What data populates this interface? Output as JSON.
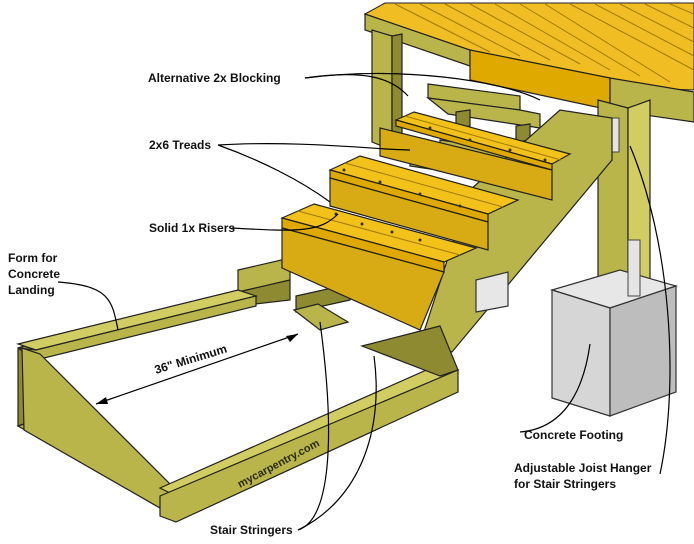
{
  "labels": {
    "blocking": "Alternative 2x Blocking",
    "treads": "2x6 Treads",
    "risers": "Solid 1x Risers",
    "form_line1": "Form for",
    "form_line2": "Concrete",
    "form_line3": "Landing",
    "minimum": "36\" Minimum",
    "footing": "Concrete Footing",
    "hanger_line1": "Adjustable Joist Hanger",
    "hanger_line2": "for Stair Stringers",
    "stringers": "Stair Stringers",
    "watermark": "mycarpentry.com"
  }
}
